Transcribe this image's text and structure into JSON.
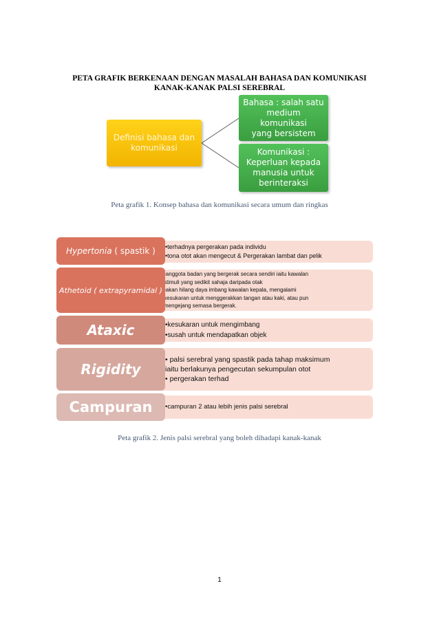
{
  "title": {
    "line1": "PETA GRAFIK BERKENAAN DENGAN MASALAH BAHASA DAN KOMUNIKASI",
    "line2": "KANAK-KANAK PALSI SEREBRAL"
  },
  "figure1": {
    "root": [
      "Definisi bahasa dan",
      "komunikasi"
    ],
    "branch1": [
      "Bahasa : salah satu",
      "medium komunikasi",
      "yang bersistem"
    ],
    "branch2": [
      "Komunikasi :",
      "Keperluan kepada",
      "manusia untuk",
      "berinteraksi"
    ],
    "caption": "Peta grafik 1. Konsep bahasa dan komunikasi secara umum dan ringkas"
  },
  "figure2": {
    "rows": [
      {
        "label_italic": "Hypertonia",
        "label_rest": " ( spastik )",
        "items": [
          "•terhadnya pergerakan pada individu",
          "•tona otot akan mengecut & Pergerakan lambat dan pelik"
        ]
      },
      {
        "label_italic": "Athetoid ( extrapyramidal )",
        "label_rest": "",
        "items": [
          "•anggota badan yang bergerak secara sendiri iaitu kawalan",
          "  stimuli yang sedikit sahaja daripada otak",
          "•akan hilang daya imbang kawalan kepala, mengalami",
          "  kesukaran untuk menggerakkan tangan atau kaki, atau pun",
          "  mengejang semasa bergerak."
        ]
      },
      {
        "label_italic": "Ataxic",
        "label_rest": "",
        "items": [
          "•kesukaran untuk mengimbang",
          "•susah untuk mendapatkan objek"
        ]
      },
      {
        "label_italic": "Rigidity",
        "label_rest": "",
        "items": [
          "• palsi serebral yang spastik pada tahap maksimum",
          "   iaitu berlakunya pengecutan sekumpulan otot",
          "• pergerakan terhad"
        ]
      },
      {
        "label_italic": "",
        "label_rest": "Campuran",
        "items": [
          "•campuran 2 atau lebih jenis palsi serebral"
        ]
      }
    ],
    "caption": "Peta grafik 2. Jenis palsi serebral yang boleh dihadapi kanak-kanak"
  },
  "page_number": "1"
}
